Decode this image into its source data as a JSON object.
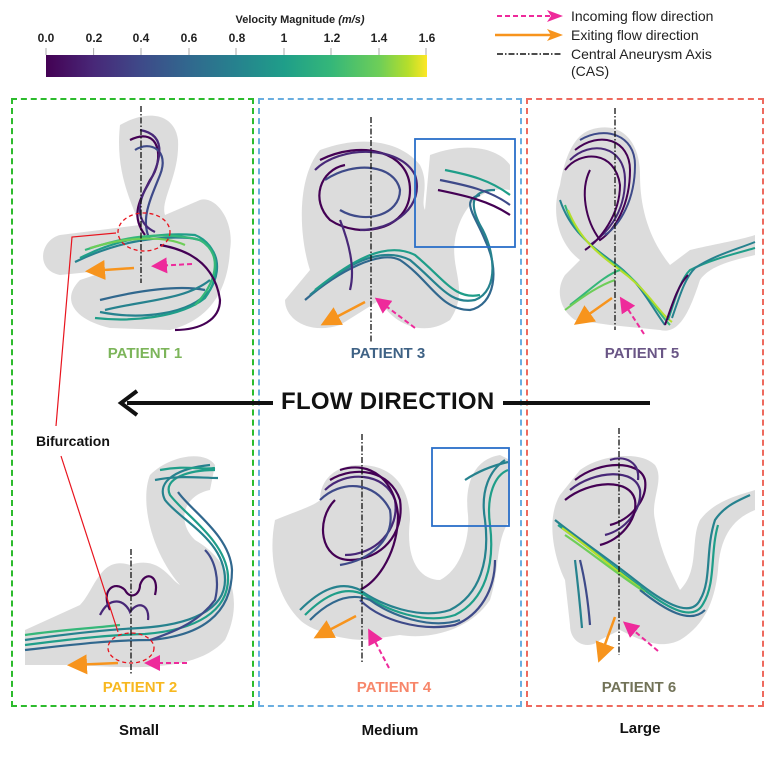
{
  "colorbar": {
    "title": "Velocity Magnitude",
    "unit": "(m/s)",
    "ticks": [
      "0.0",
      "0.2",
      "0.4",
      "0.6",
      "0.8",
      "1",
      "1.2",
      "1.4",
      "1.6"
    ],
    "min": 0.0,
    "max": 1.6,
    "colormap": "viridis",
    "colors": [
      "#440154",
      "#482878",
      "#3e4a89",
      "#31688e",
      "#26828e",
      "#1f9e89",
      "#35b779",
      "#6ece58",
      "#fde725"
    ]
  },
  "legend": {
    "items": [
      {
        "label": "Incoming flow direction",
        "style": "dashed-arrow",
        "color": "#ee2a9b"
      },
      {
        "label": "Exiting flow direction",
        "style": "solid-arrow",
        "color": "#f7941d"
      },
      {
        "label": "Central Aneurysm Axis",
        "style": "dash-dot-line",
        "color": "#111111"
      }
    ],
    "continuation": "(CAS)"
  },
  "groups": [
    {
      "name": "Small",
      "border_color": "#2dbb2d",
      "patients": [
        "PATIENT 1",
        "PATIENT 2"
      ]
    },
    {
      "name": "Medium",
      "border_color": "#6aaee0",
      "patients": [
        "PATIENT 3",
        "PATIENT 4"
      ]
    },
    {
      "name": "Large",
      "border_color": "#ee6a5e",
      "patients": [
        "PATIENT 5",
        "PATIENT 6"
      ]
    }
  ],
  "patients": [
    {
      "label": "PATIENT 1",
      "color": "#7cb55a"
    },
    {
      "label": "PATIENT 2",
      "color": "#f7b820"
    },
    {
      "label": "PATIENT 3",
      "color": "#3f6285"
    },
    {
      "label": "PATIENT 4",
      "color": "#f7866a"
    },
    {
      "label": "PATIENT 5",
      "color": "#6a5686"
    },
    {
      "label": "PATIENT 6",
      "color": "#727358"
    }
  ],
  "flow_direction": {
    "label": "FLOW DIRECTION",
    "direction": "left"
  },
  "annotation": {
    "label": "Bifurcation",
    "color": "#e8141e"
  },
  "highlight_box_color": "#2a6fc9"
}
